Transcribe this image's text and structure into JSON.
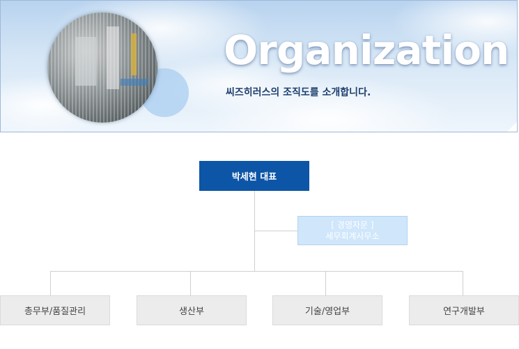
{
  "banner": {
    "title": "Organization",
    "subtitle": "씨즈히러스의 조직도를 소개합니다."
  },
  "org": {
    "ceo": "박세현 대표",
    "advisor": {
      "line1": "[ 경영자문 ]",
      "line2": "세무회계사무소"
    },
    "departments": [
      "총무부/품질관리",
      "생산부",
      "기술/영업부",
      "연구개발부"
    ]
  },
  "colors": {
    "ceo_box": "#0d55a6",
    "advisor_box": "#cfe6fb",
    "dept_box": "#ececec",
    "connector": "#cfcfcf",
    "subtitle_text": "#1f3f6e"
  }
}
